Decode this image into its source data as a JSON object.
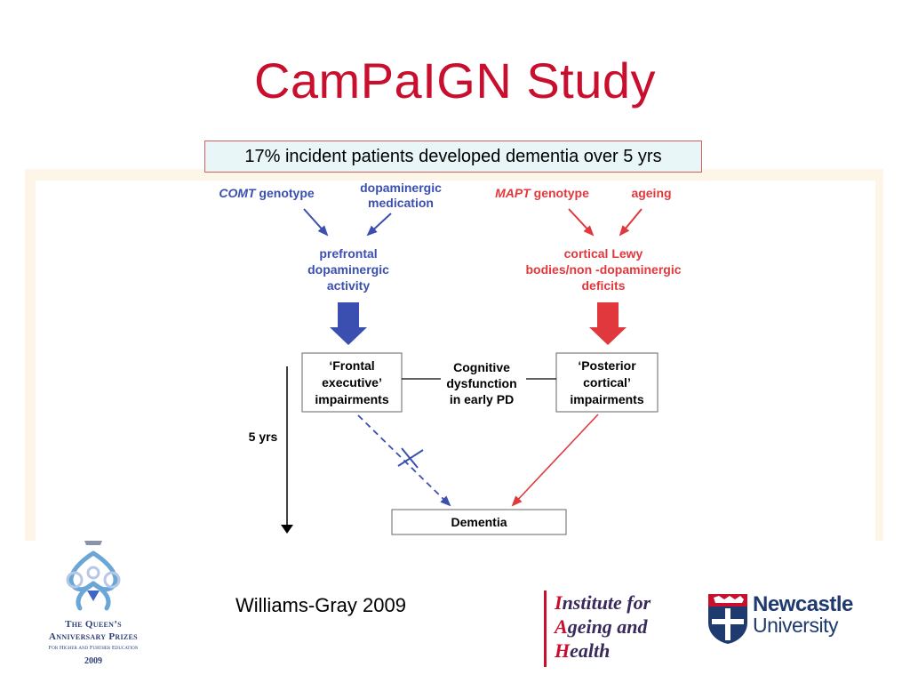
{
  "slide": {
    "title": "CamPaIGN Study",
    "banner": "17% incident patients developed dementia over 5 yrs",
    "citation": "Williams-Gray 2009"
  },
  "diagram": {
    "left": {
      "factor1_italic": "COMT",
      "factor1_rest": " genotype",
      "factor2_line1": "dopaminergic",
      "factor2_line2": "medication",
      "mediator_line1": "prefrontal",
      "mediator_line2": "dopaminergic",
      "mediator_line3": "activity",
      "box_line1": "‘Frontal",
      "box_line2": "executive’",
      "box_line3": "impairments",
      "color": "#3b4fb0"
    },
    "right": {
      "factor1_italic": "MAPT",
      "factor1_rest": " genotype",
      "factor2": "ageing",
      "mediator_line1": "cortical Lewy",
      "mediator_line2": "bodies/non -dopaminergic",
      "mediator_line3": "deficits",
      "box_line1": "‘Posterior",
      "box_line2": "cortical’",
      "box_line3": "impairments",
      "color": "#e0383c"
    },
    "center_line1": "Cognitive",
    "center_line2": "dysfunction",
    "center_line3": "in early PD",
    "timeline": "5 yrs",
    "outcome": "Dementia"
  },
  "logos": {
    "qap_line1": "The Queen’s",
    "qap_line2": "Anniversary Prizes",
    "qap_line3": "For Higher and Further Education",
    "qap_year": "2009",
    "iah_line1_cap": "I",
    "iah_line1_rest": "nstitute for",
    "iah_line2_cap": "A",
    "iah_line2_rest": "geing and",
    "iah_line3_cap": "H",
    "iah_line3_rest": "ealth",
    "ncl_line1": "Newcastle",
    "ncl_line2": "University"
  },
  "colors": {
    "title": "#c8102e",
    "blue": "#3b4fb0",
    "red": "#e0383c",
    "panel": "#fdf6e8"
  }
}
